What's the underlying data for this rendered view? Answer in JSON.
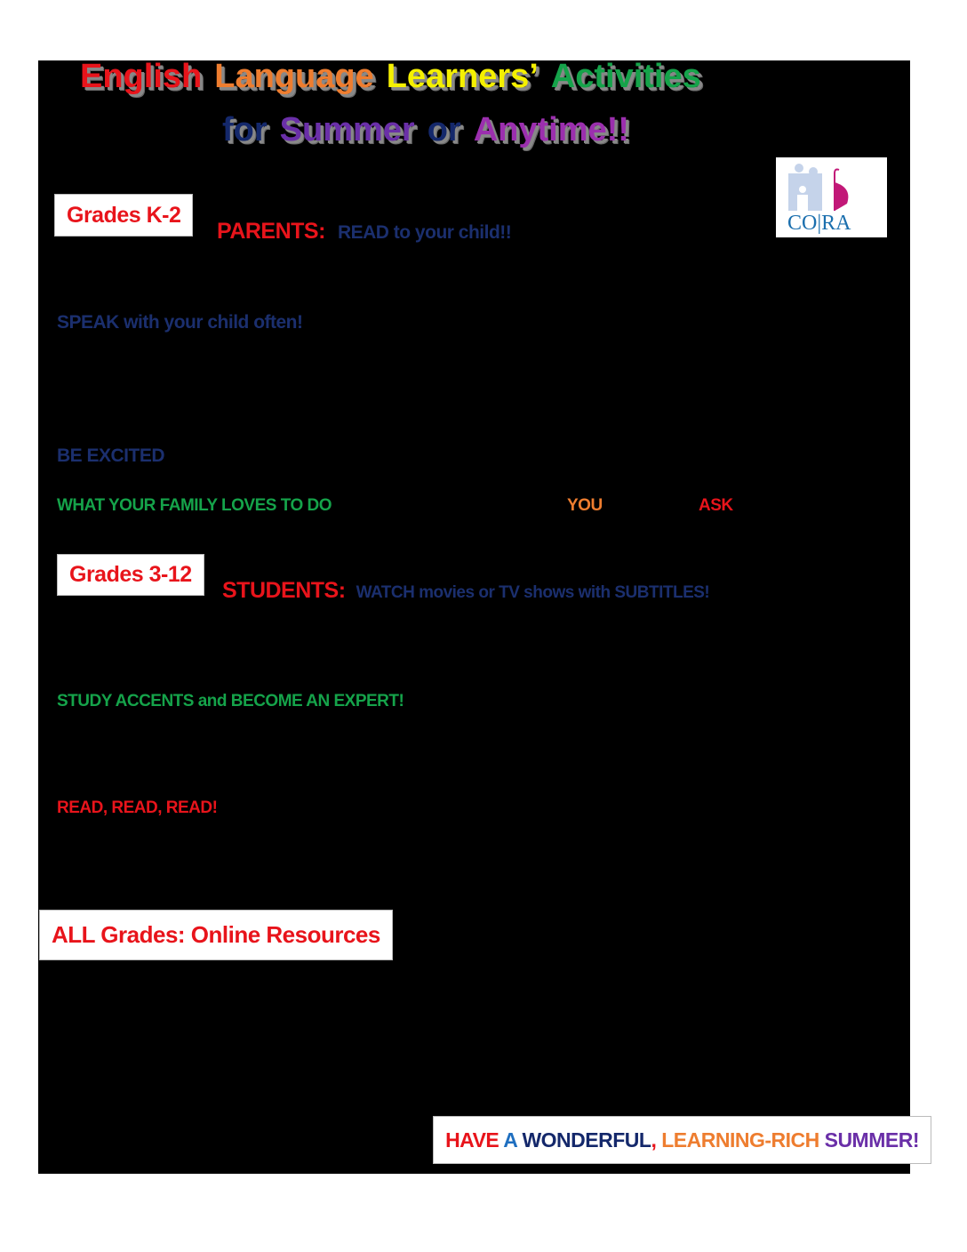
{
  "title": {
    "line1": [
      {
        "text": "English",
        "color": "#e8141b"
      },
      {
        "text": "Language",
        "color": "#ee7d2f"
      },
      {
        "text": "Learners’",
        "color": "#f5f000"
      },
      {
        "text": "Activities",
        "color": "#15a34a"
      }
    ],
    "line2": [
      {
        "text": "for",
        "color": "#14286b"
      },
      {
        "text": "Summer",
        "color": "#6a2fa8"
      },
      {
        "text": "or",
        "color": "#14286b"
      },
      {
        "text": "Anytime!!",
        "color": "#9b2fae"
      }
    ]
  },
  "logo": {
    "text": "CO|RA"
  },
  "k2": {
    "badge": "Grades K-2",
    "parents_label": "PARENTS:",
    "read": "READ to your child!!",
    "speak": "SPEAK with your child often!",
    "excited": "BE EXCITED",
    "family": "WHAT YOUR FAMILY LOVES TO DO",
    "you": "YOU",
    "ask": "ASK"
  },
  "g312": {
    "badge": "Grades 3-12",
    "students_label": "STUDENTS:",
    "watch": "WATCH movies or TV shows with SUBTITLES!",
    "accents": "STUDY ACCENTS and BECOME AN EXPERT!",
    "read": "READ, READ, READ!"
  },
  "all": {
    "badge": "ALL Grades: Online Resources"
  },
  "footer": [
    {
      "text": "HAVE ",
      "color": "#e8141b"
    },
    {
      "text": "A ",
      "color": "#1f6fc0"
    },
    {
      "text": "WONDERFUL",
      "color": "#14286b"
    },
    {
      "text": ", ",
      "color": "#e8141b"
    },
    {
      "text": "LEARNING-RICH ",
      "color": "#ee7d2f"
    },
    {
      "text": "SUMMER!",
      "color": "#6a2fa8"
    }
  ]
}
